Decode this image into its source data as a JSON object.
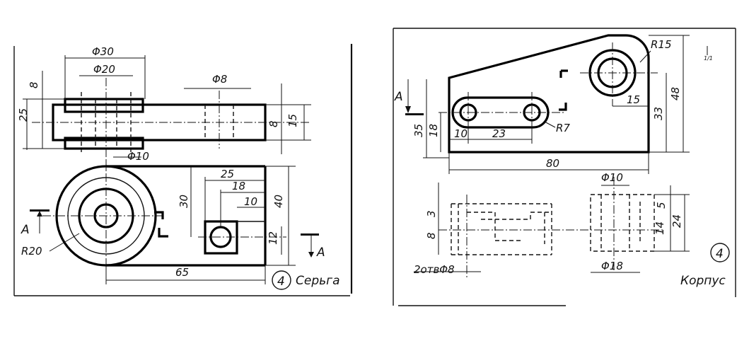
{
  "left_drawing": {
    "dims": {
      "d30": "Φ30",
      "d20": "Φ20",
      "d8": "Φ8",
      "d10": "Φ10",
      "v8": "8",
      "v25": "25",
      "v8b": "8",
      "v15": "15",
      "h25": "25",
      "h18": "18",
      "h10": "10",
      "v30": "30",
      "v40": "40",
      "v12": "12",
      "h65": "65",
      "r20": "R20"
    },
    "section_a_left": "A",
    "section_a_right": "A",
    "badge": "4",
    "caption": "Серьга"
  },
  "right_drawing": {
    "dims": {
      "r15": "R15",
      "v48": "48",
      "h15": "15",
      "v33": "33",
      "v35": "35",
      "v18": "18",
      "h10": "10",
      "h23": "23",
      "r7": "R7",
      "h80": "80",
      "d10": "Φ10",
      "v3": "3",
      "v8": "8",
      "v5": "5",
      "v14": "14",
      "v24": "24",
      "d18": "Φ18",
      "holes": "2отвΦ8"
    },
    "section_a": "A",
    "corner_mark": "1/1",
    "badge": "4",
    "caption": "Корпус"
  }
}
